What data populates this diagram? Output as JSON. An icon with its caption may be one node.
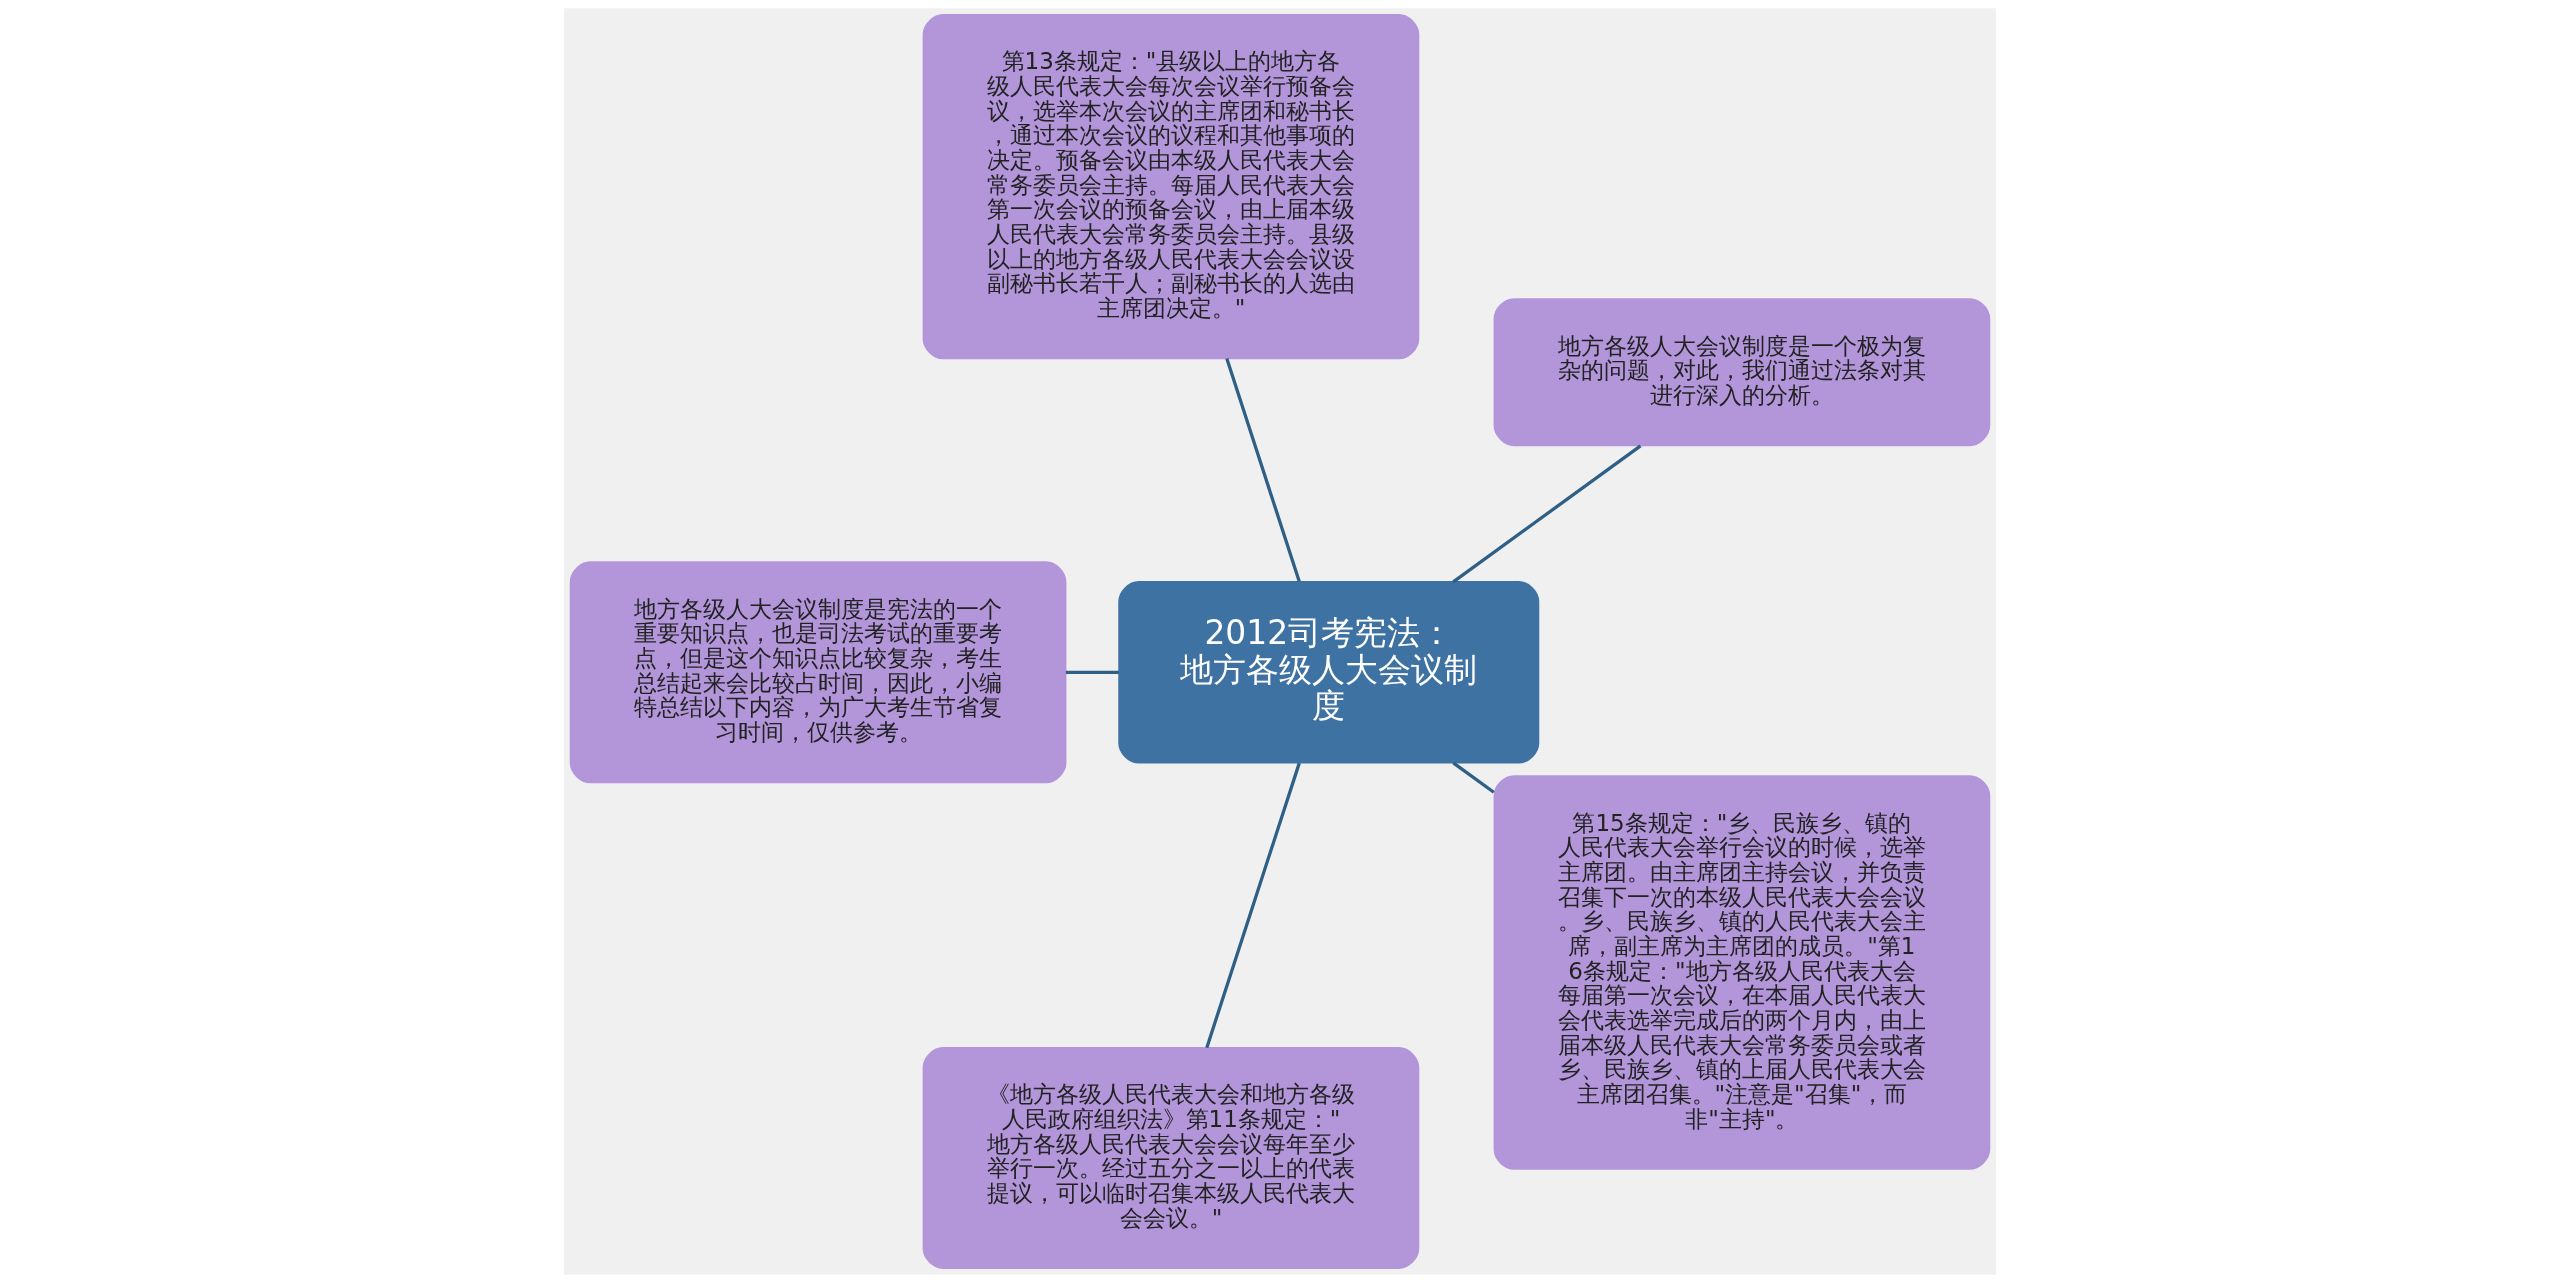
{
  "diagram": {
    "nodes": [
      {
        "text": [
          "2012司考宪法：地方各级人大会议制度"
        ]
      },
      {
        "text": [
          "地方各级人大会议制度是一个极为复杂的问题，对此，我们通过法条对其进行深入的分析。"
        ]
      },
      {
        "text": [
          "第13条规定：\"县级以上的地方各级人民代表大会每次会议举行预备会议，选举本次会议的主席团和秘书长，通过本次会议的议程和其他事项的决定。预备会议由本级人民代表大会常务委员会主持。每届人民代表大会第一次会议的预备会议，由上届本级人民代表大会常务委员会主持。县级以上的地方各级人民代表大会会议设副秘书长若干人；副秘书长的人选由主席团决定。\""
        ]
      },
      {
        "text": [
          "地方各级人大会议制度是宪法的一个重要知识点，也是司法考试的重要考点，但是这个知识点比较复杂，考生总结起来会比较占时间，因此，小编特总结以下内容，为广大考生节省复习时间，仅供参考。"
        ]
      },
      {
        "text": [
          "《地方各级人民代表大会和地方各级人民政府组织法》第11条规定：\"地方各级人民代表大会会议每年至少举行一次。经过五分之一以上的代表提议，可以临时召集本级人民代表大会会议。\""
        ]
      },
      {
        "text": [
          "第15条规定：\"乡、民族乡、镇的人民代表大会举行会议的时候，选举主席团。由主席团主持会议，并负责召集下一次的本级人民代表大会会议。乡、民族乡、镇的人民代表大会主席，副主席为主席团的成员。\"第16条规定：\"地方各级人民代表大会每届第一次会议，在本届人民代表大会代表选举完成后的两个月内，由上届本级人民代表大会常务委员会或者乡、民族乡、镇的上届人民代表大会主席团召集。\"注意是\"召集\"，而非\"主持\"。"
        ]
      }
    ],
    "edges": [
      {
        "from": 0,
        "to": 1,
        "arrow": "none"
      },
      {
        "from": 0,
        "to": 2,
        "arrow": "none"
      },
      {
        "from": 0,
        "to": 3,
        "arrow": "none"
      },
      {
        "from": 0,
        "to": 4,
        "arrow": "none"
      },
      {
        "from": 0,
        "to": 5,
        "arrow": "none"
      }
    ]
  }
}
